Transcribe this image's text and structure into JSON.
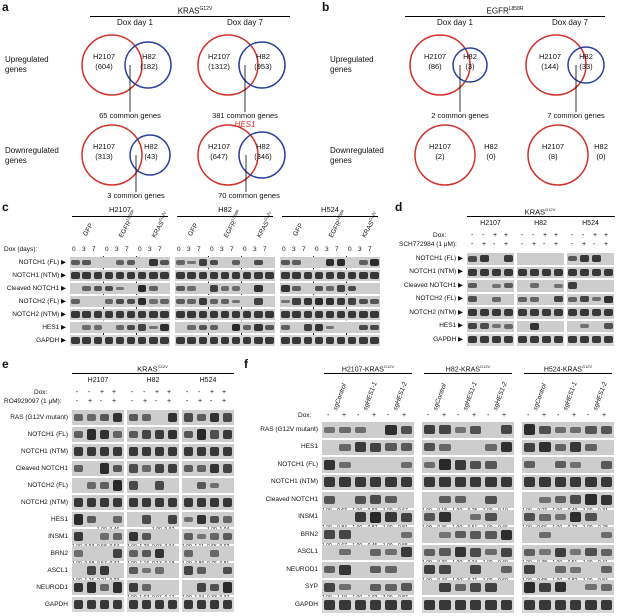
{
  "panels": {
    "a": {
      "letter": "a",
      "header": "KRAS",
      "header_sup": "G12V",
      "day1": "Dox day 1",
      "day7": "Dox day 7",
      "row_up": "Upregulated genes",
      "row_down": "Downregulated genes",
      "up_d1": {
        "left": "H2107",
        "left_n": "(604)",
        "right": "H82",
        "right_n": "(182)",
        "common": "65 common genes"
      },
      "up_d7": {
        "left": "H2107",
        "left_n": "(1312)",
        "right": "H82",
        "right_n": "(953)",
        "common": "381 common genes",
        "highlight": "HES1"
      },
      "down_d1": {
        "left": "H2107",
        "left_n": "(313)",
        "right": "H82",
        "right_n": "(43)",
        "common": "3 common genes"
      },
      "down_d7": {
        "left": "H2107",
        "left_n": "(647)",
        "right": "H82",
        "right_n": "(346)",
        "common": "70 common genes"
      }
    },
    "b": {
      "letter": "b",
      "header": "EGFR",
      "header_sup": "L858R",
      "day1": "Dox day 1",
      "day7": "Dox day 7",
      "row_up": "Upregulated genes",
      "row_down": "Downregulated genes",
      "up_d1": {
        "left": "H2107",
        "left_n": "(86)",
        "right": "H82",
        "right_n": "(3)",
        "common": "2 common genes"
      },
      "up_d7": {
        "left": "H2107",
        "left_n": "(144)",
        "right": "H82",
        "right_n": "(33)",
        "common": "7 common genes"
      },
      "down_d1": {
        "left": "H2107",
        "left_n": "(2)",
        "right": "H82",
        "right_n": "(0)"
      },
      "down_d7": {
        "left": "H2107",
        "left_n": "(8)",
        "right": "H82",
        "right_n": "(0)"
      }
    },
    "c": {
      "letter": "c",
      "cells": [
        "H2107",
        "H82",
        "H524"
      ],
      "constructs": [
        "GFP",
        "EGFR",
        "KRAS"
      ],
      "construct_sups": [
        "",
        "L858R",
        "G12V"
      ],
      "dox_label": "Dox (days):",
      "days": [
        "0",
        "3",
        "7"
      ],
      "rows": [
        "NOTCH1 (FL)",
        "NOTCH1 (NTM)",
        "Cleaved NOTCH1",
        "NOTCH2 (FL)",
        "NOTCH2 (NTM)",
        "HES1",
        "GAPDH"
      ]
    },
    "d": {
      "letter": "d",
      "header": "KRAS",
      "header_sup": "G12V",
      "cells": [
        "H2107",
        "H82",
        "H524"
      ],
      "dox_label": "Dox:",
      "drug_label": "SCH772984 (1 μM):",
      "dox_signs": [
        "-",
        "-",
        "+",
        "+"
      ],
      "drug_signs": [
        "-",
        "+",
        "-",
        "+"
      ],
      "rows": [
        "NOTCH1 (FL)",
        "NOTCH1 (NTM)",
        "Cleaved NOTCH1",
        "NOTCH2 (FL)",
        "NOTCH2 (NTM)",
        "HES1",
        "GAPDH"
      ]
    },
    "e": {
      "letter": "e",
      "header": "KRAS",
      "header_sup": "G12V",
      "cells": [
        "H2107",
        "H82",
        "H524"
      ],
      "dox_label": "Dox:",
      "drug_label": "RO4929097 (1 μM):",
      "dox_signs": [
        "-",
        "-",
        "+",
        "+"
      ],
      "drug_signs": [
        "-",
        "+",
        "-",
        "+"
      ],
      "rows": [
        "RAS (G12V mutant)",
        "NOTCH1 (FL)",
        "NOTCH1 (NTM)",
        "Cleaved NOTCH1",
        "NOTCH2 (FL)",
        "NOTCH2 (NTM)",
        "HES1",
        "INSM1",
        "BRN2",
        "ASCL1",
        "NEUROD1",
        "GAPDH"
      ],
      "quant": {
        "HES1": [
          "",
          "",
          "1.00",
          "0.46",
          "",
          "",
          "1.00",
          "0.97",
          "",
          "",
          "1.00",
          "1.04"
        ],
        "INSM1": [
          "1.00",
          "0.93",
          "0.58",
          "0.64",
          "1.00",
          "1.29",
          "0.03",
          "0.04",
          "1.00",
          "1.11",
          "0.65",
          "0.62"
        ],
        "BRN2": [
          "1.00",
          "0.98",
          "0.57",
          "0.47",
          "1.00",
          "1.16",
          "0.13",
          "0.18",
          "1.00",
          "0.80",
          "0.76",
          "0.81"
        ],
        "ASCL1": [
          "1.00",
          "1.26",
          "0.21",
          "0.23",
          "",
          "",
          "",
          "",
          "",
          "",
          "",
          ""
        ],
        "NEUROD1": [
          "",
          "",
          "",
          "",
          "1.00",
          "1.07",
          "0.07",
          "0.12",
          "1.00",
          "1.04",
          "0.33",
          "0.37"
        ]
      }
    },
    "f": {
      "letter": "f",
      "groups": [
        "H2107-KRAS",
        "H82-KRAS",
        "H524-KRAS"
      ],
      "group_sup": "G12V",
      "sgs": [
        "sgControl",
        "sgHES1-1",
        "sgHES1-2"
      ],
      "dox_label": "Dox:",
      "dox_signs": [
        "-",
        "+",
        "-",
        "+",
        "-",
        "+"
      ],
      "rows": [
        "RAS (G12V mutant)",
        "HES1",
        "NOTCH1 (FL)",
        "NOTCH1 (NTM)",
        "Cleaved NOTCH1",
        "INSM1",
        "BRN2",
        "ASCL1",
        "NEUROD1",
        "SYP",
        "GAPDH"
      ],
      "quant": {
        "Cleaved NOTCH1": [
          "1.00",
          "0.63",
          "1.00",
          "0.93",
          "1.00",
          "0.67",
          "1.00",
          "0.18",
          "1.00",
          "0.25",
          "1.00",
          "0.19",
          "1.00",
          "0.23",
          "1.00",
          "0.49",
          "1.00",
          "0.31"
        ],
        "INSM1": [
          "1.00",
          "0.84",
          "1.00",
          "0.87",
          "1.00",
          "0.81",
          "1.00",
          "0.36",
          "1.00",
          "0.51",
          "1.00",
          "0.46",
          "1.00",
          "0.66",
          "1.00",
          "0.73",
          "1.00",
          "0.78"
        ],
        "BRN2": [
          "1.00",
          "0.67",
          "1.00",
          "0.45",
          "1.00",
          "0.55",
          "",
          "",
          "",
          "",
          "",
          "",
          "",
          "",
          "",
          "",
          "",
          ""
        ],
        "ASCL1": [
          "",
          "",
          "",
          "",
          "",
          "",
          "1.00",
          "0.30",
          "1.00",
          "0.34",
          "1.00",
          "0.40",
          "1.00",
          "0.38",
          "1.00",
          "0.51",
          "1.00",
          "0.41"
        ],
        "NEUROD1": [
          "",
          "",
          "",
          "",
          "",
          "",
          "1.00",
          "0.43",
          "1.00",
          "0.71",
          "1.00",
          "0.69",
          "1.00",
          "0.68",
          "1.00",
          "0.82",
          "1.00",
          "0.84"
        ],
        "SYP": [
          "1.00",
          "1.19",
          "1.00",
          "1.02",
          "1.00",
          "0.87",
          "",
          "",
          "",
          "",
          "",
          "",
          "",
          "",
          "",
          "",
          "",
          ""
        ]
      }
    }
  },
  "colors": {
    "venn_left": "#d0312d",
    "venn_right": "#2a3f9e",
    "highlight": "#d0312d",
    "band": "#1e1e1e",
    "blot_bg": "#cfcfcf"
  }
}
